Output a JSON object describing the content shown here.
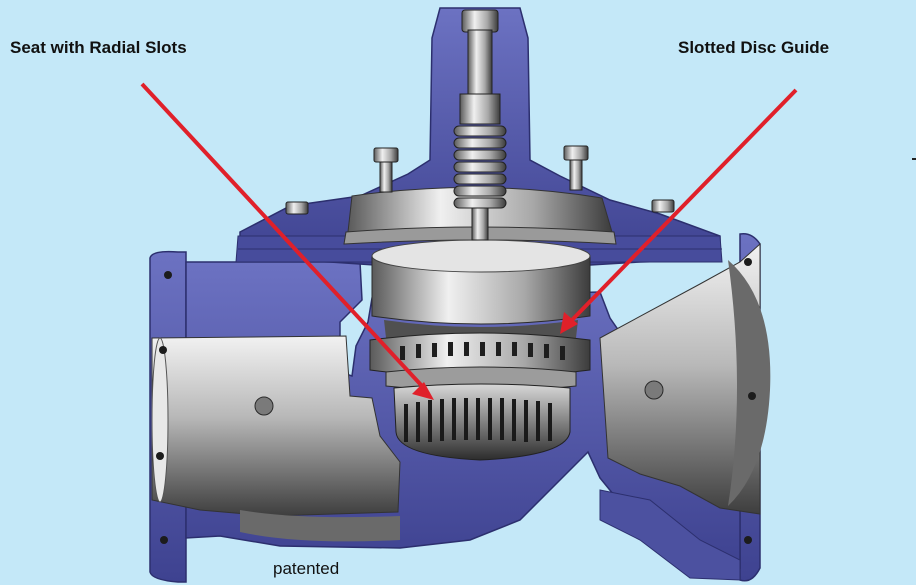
{
  "labels": {
    "seat": "Seat with Radial Slots",
    "guide": "Slotted Disc Guide",
    "patented": "patented"
  },
  "colors": {
    "background": "#c4e8f8",
    "body_blue": "#5a5fae",
    "body_blue_dark": "#3b3f8a",
    "steel_light": "#e6e6e6",
    "steel_dark": "#4a4a4a",
    "pointer": "#e0202a"
  }
}
